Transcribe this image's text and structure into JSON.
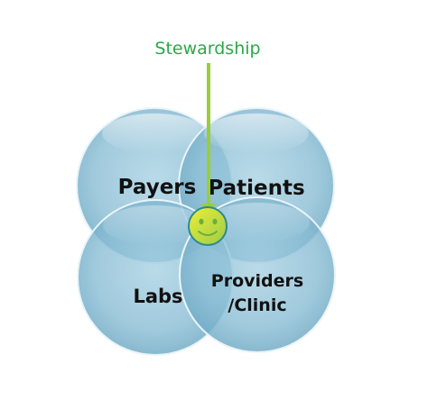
{
  "diagram": {
    "arrow_label": "Stewardship",
    "circles": [
      {
        "id": "payers",
        "label_lines": [
          "Payers"
        ]
      },
      {
        "id": "patients",
        "label_lines": [
          "Patients"
        ]
      },
      {
        "id": "labs",
        "label_lines": [
          "Labs"
        ]
      },
      {
        "id": "providers",
        "label_lines": [
          "Providers",
          "/Clinic"
        ]
      }
    ],
    "center_icon": "smiley-face-icon"
  },
  "colors": {
    "circle_fill": "#8dbfd6",
    "circle_fill_dark": "#6aa8c4",
    "circle_stroke": "#e7f3f8",
    "arrow": "#9acd3c",
    "arrow_label": "#2aa84a",
    "smiley_fill": "#a8d44a",
    "smiley_highlight": "#f2ee3a",
    "smiley_stroke": "#2b8a8f"
  }
}
